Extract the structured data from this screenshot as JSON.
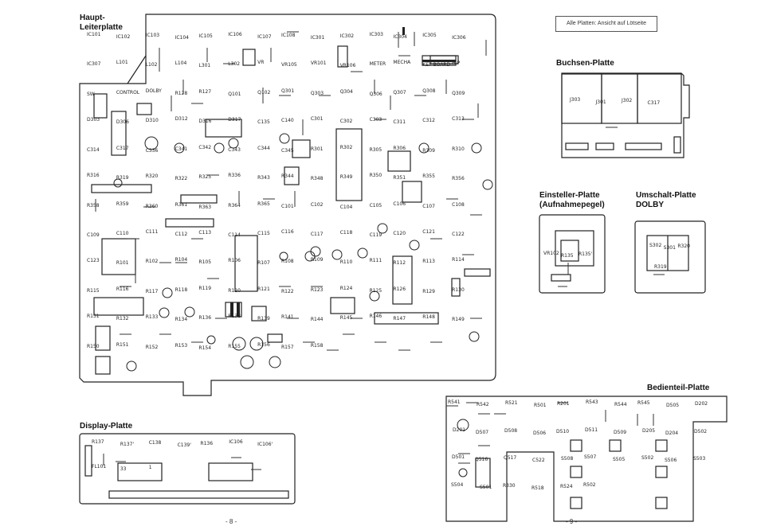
{
  "titles": {
    "main_board": "Haupt-\nLeiterplatte",
    "display_board": "Display-Platte",
    "jack_board": "Buchsen-Platte",
    "rec_level_board": "Einsteller-Platte\n(Aufnahmepegel)",
    "dolby_board": "Umschalt-Platte\nDOLBY",
    "control_board": "Bedienteil-Platte"
  },
  "note": "Alle Platten: Ansicht auf Lötseite",
  "page_numbers": {
    "left": "- 8 -",
    "right": "- 9 -"
  },
  "main_labels": [
    "IC101",
    "IC102",
    "IC103",
    "IC104",
    "IC105",
    "IC106",
    "IC107",
    "IC108",
    "IC301",
    "IC302",
    "IC303",
    "IC304",
    "IC305",
    "IC306",
    "IC307",
    "L101",
    "L102",
    "L104",
    "L301",
    "L302",
    "VR",
    "VR105",
    "VR101",
    "VR106",
    "METER",
    "MECHA",
    "KEY BOARD",
    "H.P",
    "SW",
    "CONTROL",
    "DOLBY",
    "R128",
    "R127",
    "Q101",
    "Q102",
    "Q301",
    "Q303",
    "Q304",
    "Q306",
    "Q307",
    "Q308",
    "Q309",
    "D303",
    "D306",
    "D310",
    "D312",
    "D316",
    "D317",
    "C135",
    "C140",
    "C301",
    "C302",
    "C303",
    "C311",
    "C312",
    "C313",
    "C314",
    "C317",
    "C336",
    "C341",
    "C342",
    "C343",
    "C344",
    "C345",
    "R301",
    "R302",
    "R305",
    "R306",
    "R309",
    "R310",
    "R316",
    "R319",
    "R320",
    "R322",
    "R325",
    "R336",
    "R343",
    "R344",
    "R348",
    "R349",
    "R350",
    "R351",
    "R355",
    "R356",
    "R358",
    "R359",
    "R360",
    "R361",
    "R363",
    "R364",
    "R365",
    "C101",
    "C102",
    "C104",
    "C105",
    "C106",
    "C107",
    "C108",
    "C109",
    "C110",
    "C111",
    "C112",
    "C113",
    "C114",
    "C115",
    "C116",
    "C117",
    "C118",
    "C119",
    "C120",
    "C121",
    "C122",
    "C123",
    "R101",
    "R102",
    "R104",
    "R105",
    "R106",
    "R107",
    "R108",
    "R109",
    "R110",
    "R111",
    "R112",
    "R113",
    "R114",
    "R115",
    "R116",
    "R117",
    "R118",
    "R119",
    "R120",
    "R121",
    "R122",
    "R123",
    "R124",
    "R125",
    "R126",
    "R129",
    "R130",
    "R131",
    "R132",
    "R133",
    "R134",
    "R136",
    "R138",
    "R139",
    "R141",
    "R144",
    "R145",
    "R146",
    "R147",
    "R148",
    "R149",
    "R150",
    "R151",
    "R152",
    "R153",
    "R154",
    "R155",
    "R156",
    "R157",
    "R158"
  ],
  "jack_labels": [
    "J303",
    "J301",
    "J302",
    "C317"
  ],
  "rec_level_labels": [
    "VR102",
    "R135",
    "R135'"
  ],
  "dolby_labels": [
    "S302",
    "S301",
    "R320",
    "R319"
  ],
  "display_labels": [
    "R137",
    "R137'",
    "C138",
    "C139'",
    "R136",
    "IC106",
    "IC106'",
    "FL101",
    "33",
    "1"
  ],
  "control_labels": [
    "R541",
    "R542",
    "R521",
    "R501",
    "R201",
    "R543",
    "R544",
    "R545",
    "D505",
    "D202",
    "D201",
    "D507",
    "D508",
    "D506",
    "D510",
    "D511",
    "D509",
    "D205",
    "D204",
    "D502",
    "D501",
    "Q516",
    "Q517",
    "C522",
    "S508",
    "S507",
    "S505",
    "S502",
    "S506",
    "S503",
    "S504",
    "S501",
    "R330",
    "R518",
    "R524",
    "R502"
  ]
}
